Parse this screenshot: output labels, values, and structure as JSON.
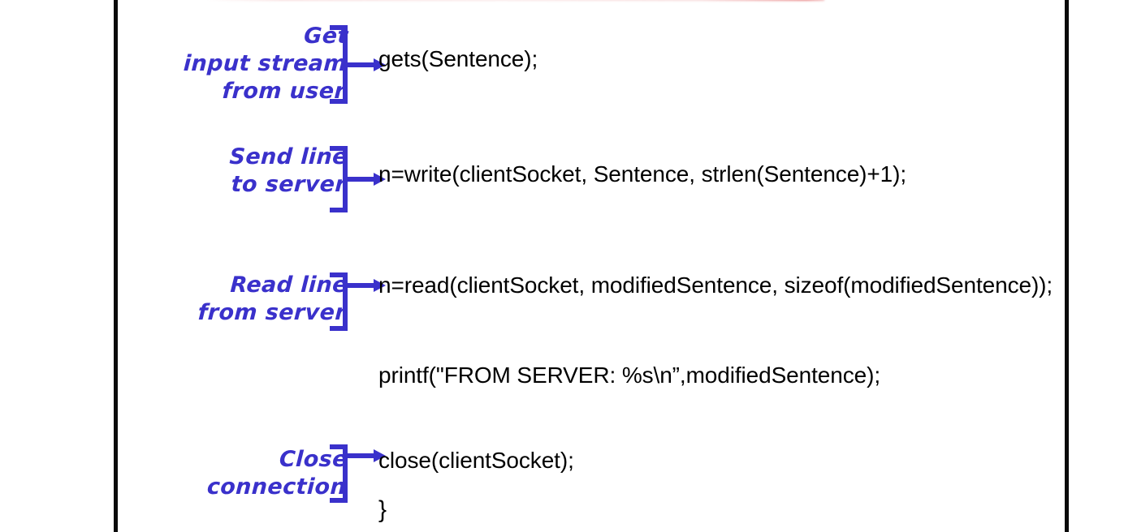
{
  "slide": {
    "background_color": "#ffffff",
    "rule_color": "#0a0a0a",
    "annotation_color": "#3A31CB",
    "code_color": "#000000",
    "closing_brace": "}"
  },
  "rows": [
    {
      "id": "get-input-stream",
      "annotation": "Get\ninput stream\nfrom user",
      "code": "gets(Sentence);"
    },
    {
      "id": "send-line-to-server",
      "annotation": "Send line\nto server",
      "code": "n=write(clientSocket, Sentence, strlen(Sentence)+1);"
    },
    {
      "id": "read-line-from-server",
      "annotation": "Read line\nfrom server",
      "code": "n=read(clientSocket, modifiedSentence, sizeof(modifiedSentence));"
    },
    {
      "id": "print-server-reply",
      "annotation": "",
      "code": "printf(\"FROM SERVER: %s\\n”,modifiedSentence);"
    },
    {
      "id": "close-connection",
      "annotation": "Close\nconnection",
      "code": "close(clientSocket);"
    }
  ]
}
